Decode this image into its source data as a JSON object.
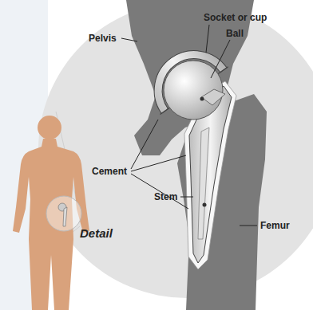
{
  "diagram": {
    "labels": [
      "Pelvis",
      "Socket or cup",
      "Ball",
      "Cement",
      "Stem",
      "Femur",
      "Detail"
    ]
  }
}
